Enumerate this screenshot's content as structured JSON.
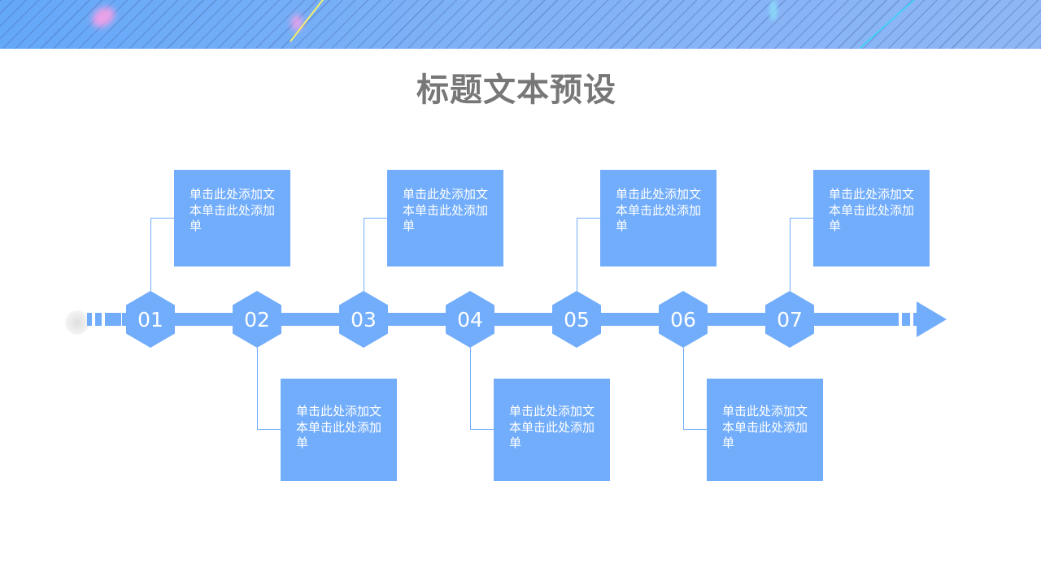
{
  "slide": {
    "title": "标题文本预设",
    "accent_color": "#72adfb",
    "title_color": "#777777"
  },
  "steps": [
    {
      "number": "01",
      "position": "above",
      "text": "单击此处添加文本单击此处添加单"
    },
    {
      "number": "02",
      "position": "below",
      "text": "单击此处添加文本单击此处添加单"
    },
    {
      "number": "03",
      "position": "above",
      "text": "单击此处添加文本单击此处添加单"
    },
    {
      "number": "04",
      "position": "below",
      "text": "单击此处添加文本单击此处添加单"
    },
    {
      "number": "05",
      "position": "above",
      "text": "单击此处添加文本单击此处添加单"
    },
    {
      "number": "06",
      "position": "below",
      "text": "单击此处添加文本单击此处添加单"
    },
    {
      "number": "07",
      "position": "above",
      "text": "单击此处添加文本单击此处添加单"
    }
  ]
}
